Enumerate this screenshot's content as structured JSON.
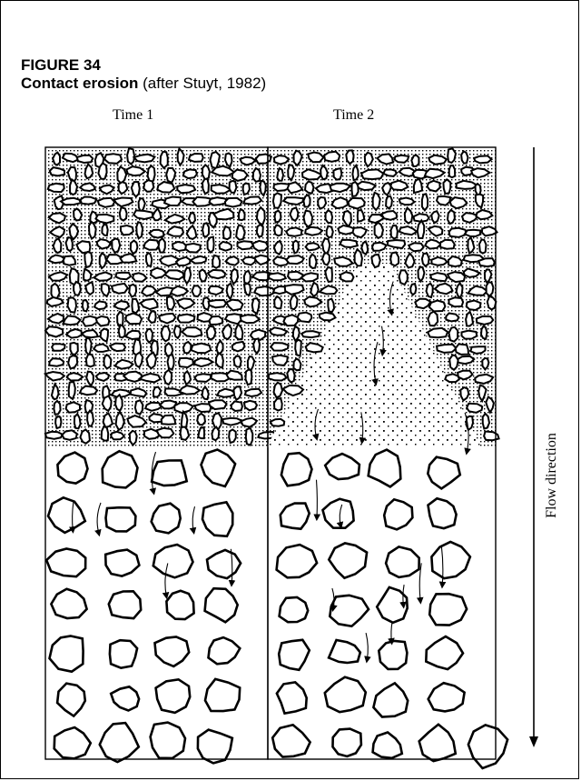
{
  "figure": {
    "number": "FIGURE 34",
    "title_bold": "Contact erosion",
    "title_rest": " (after Stuyt, 1982)"
  },
  "panels": [
    {
      "label": "Time 1"
    },
    {
      "label": "Time 2"
    }
  ],
  "flow_label": "Flow direction",
  "colors": {
    "ink": "#000000",
    "background": "#ffffff"
  }
}
